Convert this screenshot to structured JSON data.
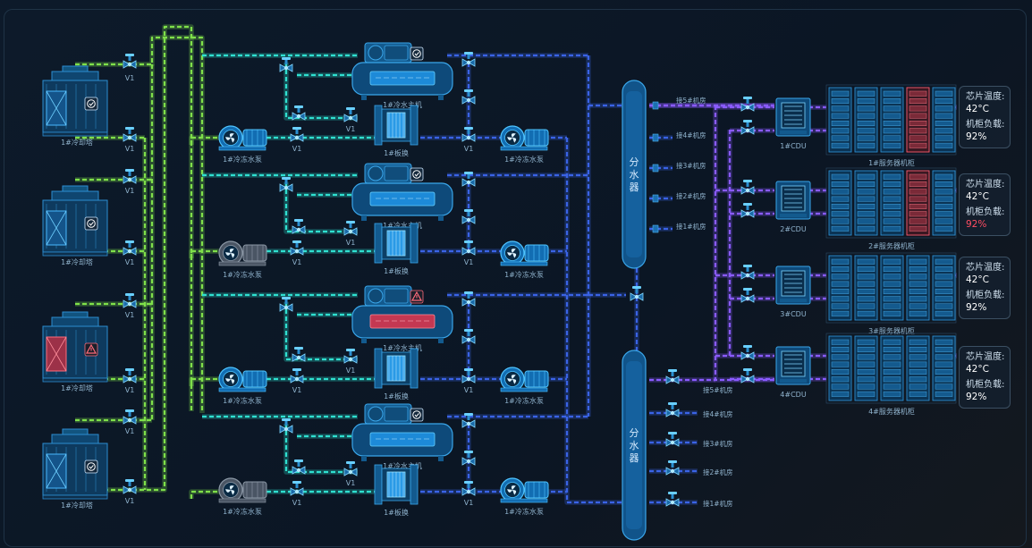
{
  "colors": {
    "green_pipe": "#7fe04a",
    "cyan_pipe": "#2fe0d0",
    "blue_pipe": "#3a63e6",
    "purple_pipe": "#8a5bff",
    "equipment": "#1c6fb0",
    "alarm": "#ff4d62"
  },
  "valve_label": "V1",
  "cooling_towers": [
    {
      "label": "1#冷却塔",
      "status": "ok"
    },
    {
      "label": "1#冷却塔",
      "status": "ok"
    },
    {
      "label": "1#冷却塔",
      "status": "alarm"
    },
    {
      "label": "1#冷却塔",
      "status": "ok"
    }
  ],
  "chillers": [
    {
      "label": "1#冷水主机",
      "status": "ok"
    },
    {
      "label": "1#冷水主机",
      "status": "ok"
    },
    {
      "label": "1#冷水主机",
      "status": "alarm"
    },
    {
      "label": "1#冷水主机",
      "status": "ok"
    }
  ],
  "plate_exchangers": [
    "1#板换",
    "1#板换",
    "1#板换",
    "1#板换"
  ],
  "pumps_left": [
    {
      "label": "1#冷冻水泵",
      "status": "running"
    },
    {
      "label": "1#冷冻水泵",
      "status": "stopped"
    },
    {
      "label": "1#冷冻水泵",
      "status": "running"
    },
    {
      "label": "1#冷冻水泵",
      "status": "stopped"
    }
  ],
  "pumps_right": [
    {
      "label": "1#冷冻水泵",
      "status": "running"
    },
    {
      "label": "1#冷冻水泵",
      "status": "running"
    },
    {
      "label": "1#冷冻水泵",
      "status": "running"
    },
    {
      "label": "1#冷冻水泵",
      "status": "running"
    }
  ],
  "distributors": [
    {
      "label": "分水器"
    },
    {
      "label": "分水器"
    }
  ],
  "branches_top": [
    "接5#机房",
    "接4#机房",
    "接3#机房",
    "接2#机房",
    "接1#机房"
  ],
  "branches_bottom": [
    "接5#机房",
    "接4#机房",
    "接3#机房",
    "接2#机房",
    "接1#机房"
  ],
  "cdus": [
    "1#CDU",
    "2#CDU",
    "3#CDU",
    "4#CDU"
  ],
  "server_racks": [
    {
      "label": "1#服务器机柜",
      "alarm_rack": 4
    },
    {
      "label": "2#服务器机柜",
      "alarm_rack": 4
    },
    {
      "label": "3#服务器机柜",
      "alarm_rack": 0
    },
    {
      "label": "4#服务器机柜",
      "alarm_rack": 0
    }
  ],
  "info_cards": [
    {
      "temp_label": "芯片温度:",
      "temp": "42°C",
      "load_label": "机柜负载:",
      "load": "92%",
      "load_alarm": false
    },
    {
      "temp_label": "芯片温度:",
      "temp": "42°C",
      "load_label": "机柜负载:",
      "load": "92%",
      "load_alarm": true
    },
    {
      "temp_label": "芯片温度:",
      "temp": "42°C",
      "load_label": "机柜负载:",
      "load": "92%",
      "load_alarm": false
    },
    {
      "temp_label": "芯片温度:",
      "temp": "42°C",
      "load_label": "机柜负载:",
      "load": "92%",
      "load_alarm": false
    }
  ]
}
